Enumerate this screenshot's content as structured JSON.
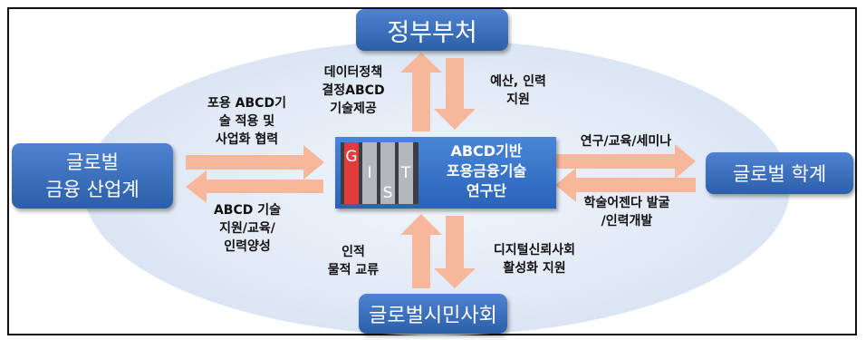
{
  "nodes": {
    "government": "정부부처",
    "industry": "글로벌\n금융 산업계",
    "academia": "글로벌 학계",
    "civil": "글로벌시민사회",
    "center_title": "ABCD기반\n포용금융기술\n연구단",
    "logo_letters": [
      "G",
      "I",
      "S",
      "T"
    ]
  },
  "labels": {
    "gov_up": "데이터정책\n결정ABCD\n기술제공",
    "gov_down": "예산, 인력\n지원",
    "ind_to_center": "포용 ABCD기\n술 적용 및\n사업화 협력",
    "center_to_ind": "ABCD 기술\n지원/교육/\n인력양성",
    "center_to_acad": "연구/교육/세미나",
    "acad_to_center": "학술어젠다 발굴\n/인력개발",
    "civ_up": "인적\n물적 교류",
    "civ_down": "디지털신뢰사회\n활성화 지원"
  },
  "colors": {
    "node_blue": "#2b5fa8",
    "arrow": "#f7b79a",
    "ellipse": "#dfe8f5",
    "logo_red": "#e03c3c"
  }
}
